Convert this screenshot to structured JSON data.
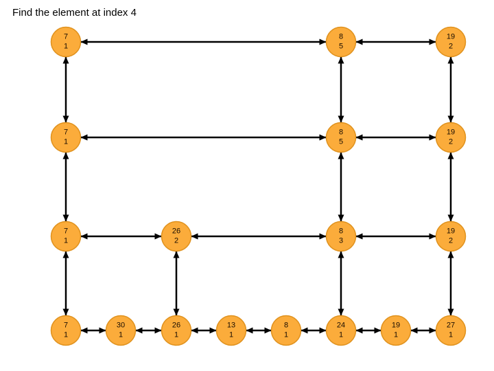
{
  "title": "Find the element at index 4",
  "colors": {
    "background": "#ffffff",
    "node_fill": "#fbac3b",
    "node_border": "#e0921e",
    "edge": "#000000",
    "node_text": "#1a0d00",
    "title_text": "#000000"
  },
  "diagram": {
    "type": "skip-list",
    "node_radius": 21.5,
    "node_border_width": 1.5,
    "columns_x": [
      96,
      176,
      257,
      337,
      417,
      497,
      577,
      657
    ],
    "rows_y": [
      61,
      200,
      344,
      481
    ],
    "edge_style": {
      "stroke_width": 2.5,
      "arrow_length": 10,
      "arrow_half_width": 4.5,
      "bidirectional": true
    },
    "nodes": [
      {
        "row": 0,
        "col": 0,
        "value": "7",
        "span": "1"
      },
      {
        "row": 0,
        "col": 5,
        "value": "8",
        "span": "5"
      },
      {
        "row": 0,
        "col": 7,
        "value": "19",
        "span": "2"
      },
      {
        "row": 1,
        "col": 0,
        "value": "7",
        "span": "1"
      },
      {
        "row": 1,
        "col": 5,
        "value": "8",
        "span": "5"
      },
      {
        "row": 1,
        "col": 7,
        "value": "19",
        "span": "2"
      },
      {
        "row": 2,
        "col": 0,
        "value": "7",
        "span": "1"
      },
      {
        "row": 2,
        "col": 2,
        "value": "26",
        "span": "2"
      },
      {
        "row": 2,
        "col": 5,
        "value": "8",
        "span": "3"
      },
      {
        "row": 2,
        "col": 7,
        "value": "19",
        "span": "2"
      },
      {
        "row": 3,
        "col": 0,
        "value": "7",
        "span": "1"
      },
      {
        "row": 3,
        "col": 1,
        "value": "30",
        "span": "1"
      },
      {
        "row": 3,
        "col": 2,
        "value": "26",
        "span": "1"
      },
      {
        "row": 3,
        "col": 3,
        "value": "13",
        "span": "1"
      },
      {
        "row": 3,
        "col": 4,
        "value": "8",
        "span": "1"
      },
      {
        "row": 3,
        "col": 5,
        "value": "24",
        "span": "1"
      },
      {
        "row": 3,
        "col": 6,
        "value": "19",
        "span": "1"
      },
      {
        "row": 3,
        "col": 7,
        "value": "27",
        "span": "1"
      }
    ],
    "edges": [
      {
        "a": [
          0,
          0
        ],
        "b": [
          0,
          5
        ]
      },
      {
        "a": [
          0,
          5
        ],
        "b": [
          0,
          7
        ]
      },
      {
        "a": [
          1,
          0
        ],
        "b": [
          1,
          5
        ]
      },
      {
        "a": [
          1,
          5
        ],
        "b": [
          1,
          7
        ]
      },
      {
        "a": [
          2,
          0
        ],
        "b": [
          2,
          2
        ]
      },
      {
        "a": [
          2,
          2
        ],
        "b": [
          2,
          5
        ]
      },
      {
        "a": [
          2,
          5
        ],
        "b": [
          2,
          7
        ]
      },
      {
        "a": [
          3,
          0
        ],
        "b": [
          3,
          1
        ]
      },
      {
        "a": [
          3,
          1
        ],
        "b": [
          3,
          2
        ]
      },
      {
        "a": [
          3,
          2
        ],
        "b": [
          3,
          3
        ]
      },
      {
        "a": [
          3,
          3
        ],
        "b": [
          3,
          4
        ]
      },
      {
        "a": [
          3,
          4
        ],
        "b": [
          3,
          5
        ]
      },
      {
        "a": [
          3,
          5
        ],
        "b": [
          3,
          6
        ]
      },
      {
        "a": [
          3,
          6
        ],
        "b": [
          3,
          7
        ]
      },
      {
        "a": [
          0,
          0
        ],
        "b": [
          1,
          0
        ]
      },
      {
        "a": [
          1,
          0
        ],
        "b": [
          2,
          0
        ]
      },
      {
        "a": [
          2,
          0
        ],
        "b": [
          3,
          0
        ]
      },
      {
        "a": [
          2,
          2
        ],
        "b": [
          3,
          2
        ]
      },
      {
        "a": [
          0,
          5
        ],
        "b": [
          1,
          5
        ]
      },
      {
        "a": [
          1,
          5
        ],
        "b": [
          2,
          5
        ]
      },
      {
        "a": [
          2,
          5
        ],
        "b": [
          3,
          5
        ]
      },
      {
        "a": [
          0,
          7
        ],
        "b": [
          1,
          7
        ]
      },
      {
        "a": [
          1,
          7
        ],
        "b": [
          2,
          7
        ]
      },
      {
        "a": [
          2,
          7
        ],
        "b": [
          3,
          7
        ]
      }
    ]
  }
}
